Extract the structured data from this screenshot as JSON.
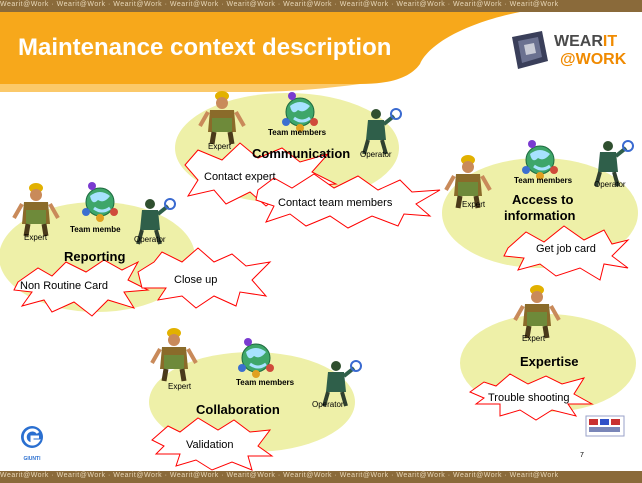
{
  "slide": {
    "title": "Maintenance context description",
    "page_number": "7",
    "strip_text": "Wearit@Work · Wearit@Work · Wearit@Work · Wearit@Work · Wearit@Work · Wearit@Work · Wearit@Work · Wearit@Work · Wearit@Work · Wearit@Work",
    "logo": {
      "line1_a": "WEAR",
      "line1_b": "IT",
      "line2": "@WORK"
    },
    "giunti_logo_text": "GIUNTI",
    "colors": {
      "orange": "#f7a81b",
      "ellipse": "#eef0a8",
      "strip": "#8a6a3a"
    }
  },
  "groups": {
    "communication": {
      "title": "Communication",
      "expert": "Expert",
      "team": "Team members",
      "operator": "Operator",
      "tasks": [
        "Contact expert",
        "Contact team members"
      ]
    },
    "access": {
      "title_line1": "Access to",
      "title_line2": "information",
      "expert": "Expert",
      "team": "Team members",
      "operator": "Operator",
      "tasks": [
        "Get job card"
      ]
    },
    "reporting": {
      "title": "Reporting",
      "expert": "Expert",
      "team": "Team membe",
      "operator": "Operator",
      "tasks": [
        "Non Routine Card",
        "Close up"
      ]
    },
    "collaboration": {
      "title": "Collaboration",
      "expert": "Expert",
      "team": "Team members",
      "operator": "Operator",
      "tasks": [
        "Validation"
      ]
    },
    "expertise": {
      "title": "Expertise",
      "expert": "Expert",
      "tasks": [
        "Trouble shooting"
      ]
    }
  }
}
